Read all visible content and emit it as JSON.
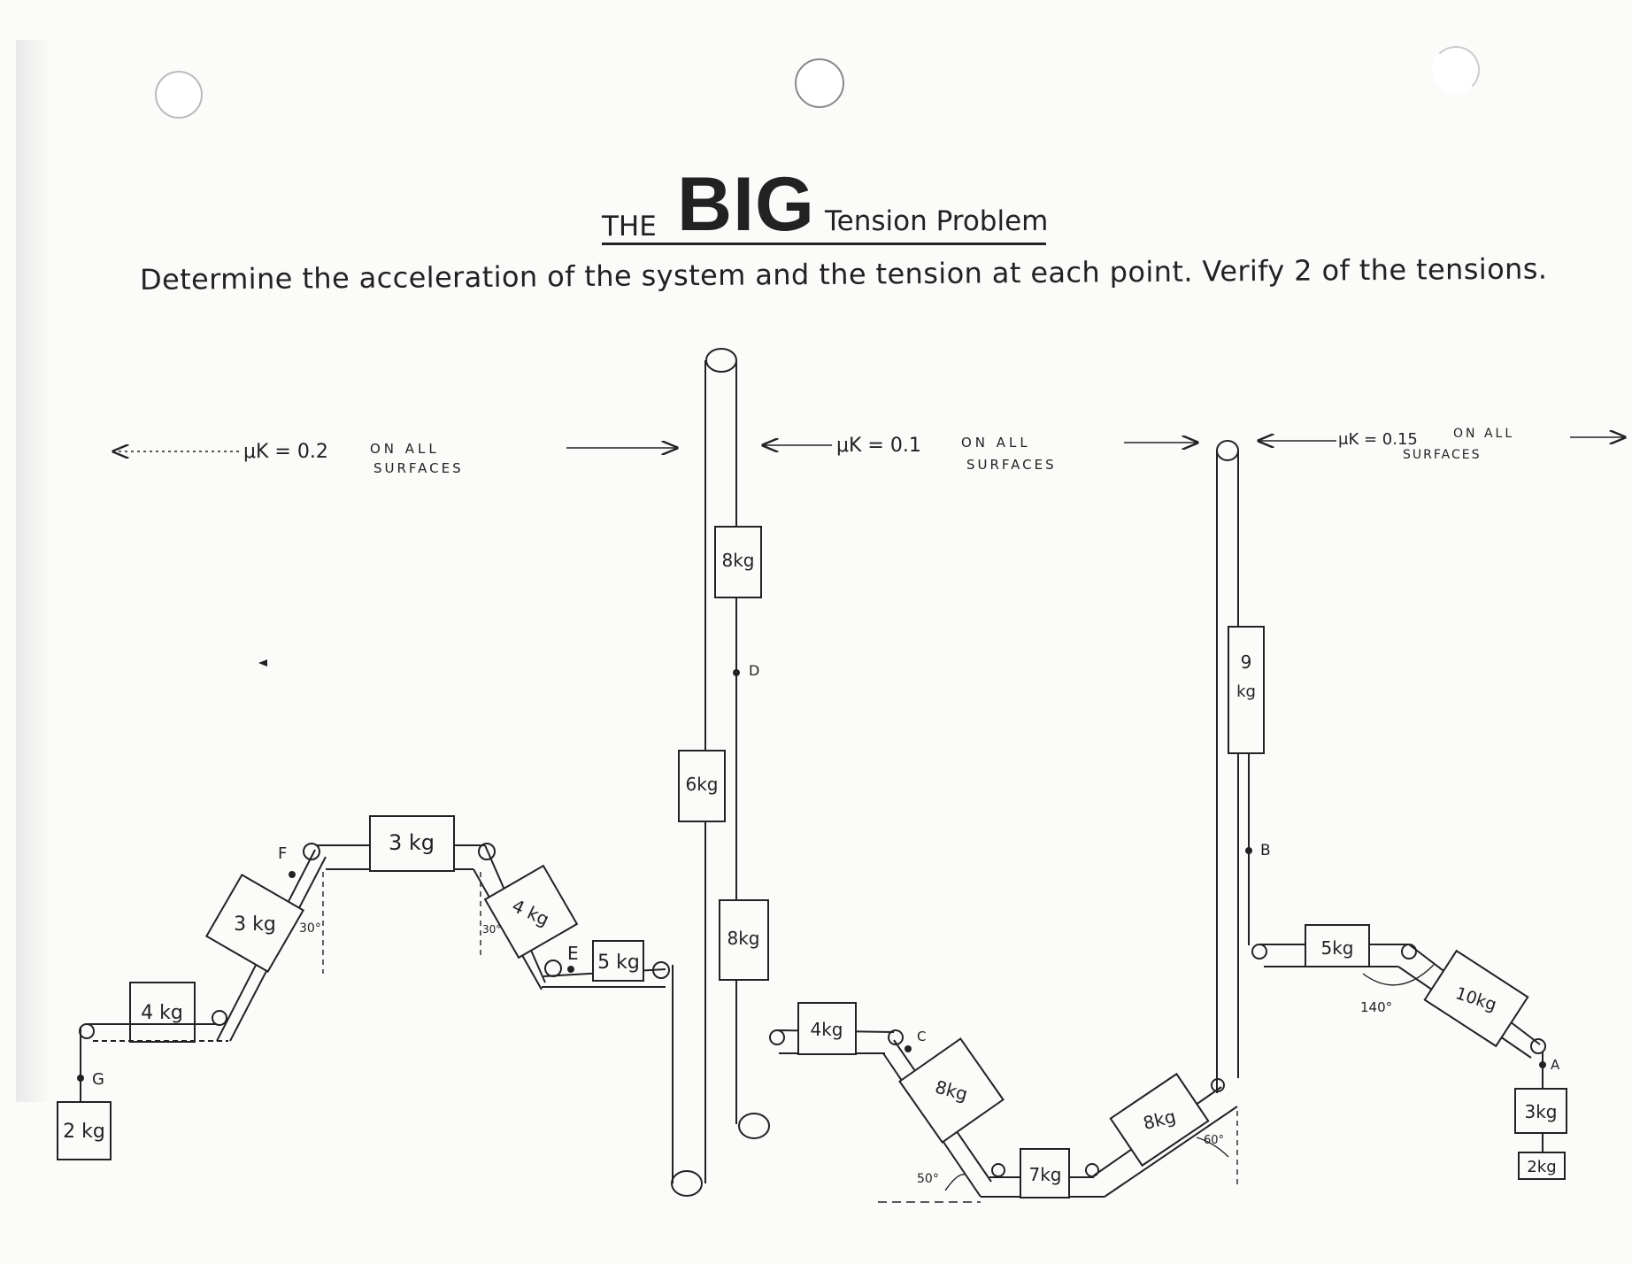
{
  "title": {
    "the": "THE",
    "big": "BIG",
    "rest": "Tension Problem"
  },
  "instructions": "Determine the acceleration of the system and the tension at each point.  Verify 2 of the tensions.",
  "sections": {
    "left": {
      "friction": "μK = 0.2",
      "label_line1": "ON ALL",
      "label_line2": "SURFACES"
    },
    "middle": {
      "friction": "μK = 0.1",
      "label_line1": "ON ALL",
      "label_line2": "SURFACES"
    },
    "right": {
      "friction": "μK = 0.15",
      "label_line1": "ON ALL",
      "label_line2": "SURFACES"
    }
  },
  "masses": {
    "m2_left": "2 kg",
    "m4_left_flat": "4 kg",
    "m3_left_incline": "3 kg",
    "m3_top": "3 kg",
    "m4_right_incline": "4 kg",
    "m5_left": "5 kg",
    "m8_pole_top": "8kg",
    "m6_pole": "6kg",
    "m8_pole_bottom": "8kg",
    "m4_mid_flat": "4kg",
    "m8_mid_incline": "8kg",
    "m7_mid": "7kg",
    "m8_mid_right_incline": "8kg",
    "m9_pole_line1": "9",
    "m9_pole_line2": "kg",
    "m5_right": "5kg",
    "m10_right": "10kg",
    "m3_right_hang": "3kg",
    "m2_right_hang": "2kg"
  },
  "points": {
    "A": "A",
    "B": "B",
    "C": "C",
    "D": "D",
    "E": "E",
    "F": "F",
    "G": "G"
  },
  "angles": {
    "left_incline": "30°",
    "right_incline": "30°",
    "mid_incline": "50°",
    "mid_right_incline": "60°",
    "right_section": "140°"
  }
}
